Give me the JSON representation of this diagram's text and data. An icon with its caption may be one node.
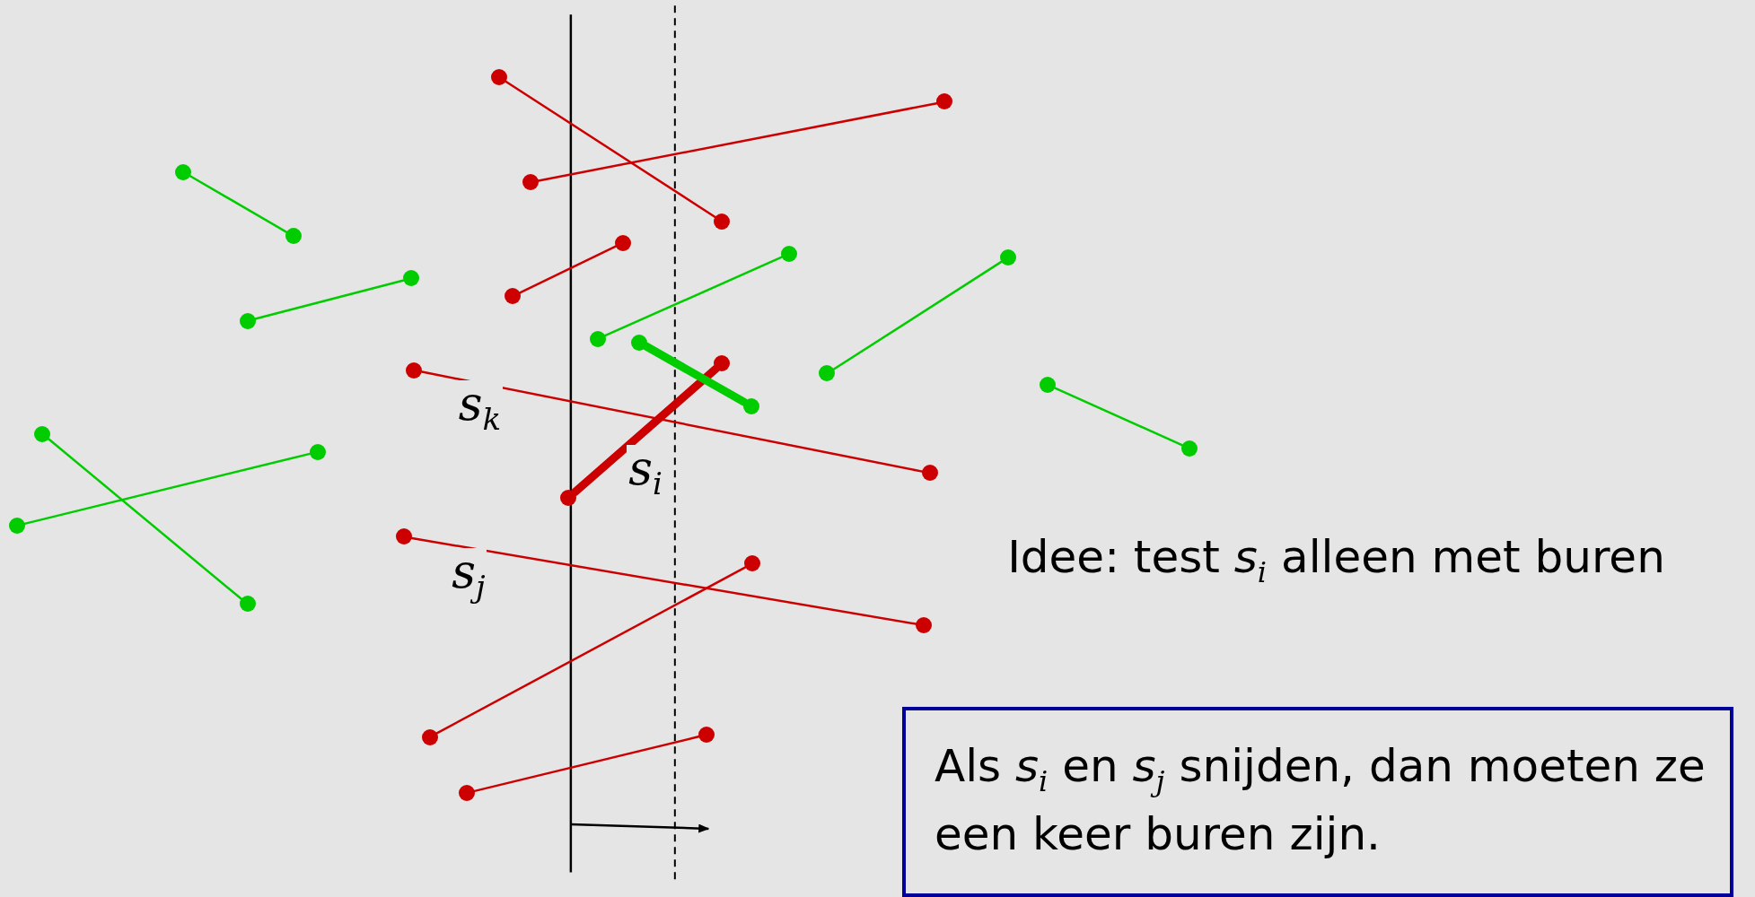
{
  "diagram": {
    "nodes": [
      {
        "text": [],
        "shape": "circle"
      },
      {
        "text": [],
        "shape": "circle"
      },
      {
        "text": [],
        "shape": "circle"
      },
      {
        "text": [],
        "shape": "circle"
      },
      {
        "text": [],
        "shape": "circle"
      },
      {
        "text": [],
        "shape": "circle"
      },
      {
        "text": [],
        "shape": "circle"
      },
      {
        "text": [],
        "shape": "circle"
      },
      {
        "text": [],
        "shape": "circle"
      },
      {
        "text": [],
        "shape": "circle"
      },
      {
        "text": [],
        "shape": "circle"
      },
      {
        "text": [],
        "shape": "circle"
      },
      {
        "text": [],
        "shape": "circle"
      },
      {
        "text": [],
        "shape": "circle"
      },
      {
        "text": [],
        "shape": "circle"
      },
      {
        "text": [],
        "shape": "circle"
      },
      {
        "text": [],
        "shape": "circle"
      },
      {
        "text": [],
        "shape": "circle"
      },
      {
        "text": [],
        "shape": "circle"
      },
      {
        "text": [],
        "shape": "circle"
      },
      {
        "text": [],
        "shape": "circle"
      },
      {
        "text": [],
        "shape": "circle"
      },
      {
        "text": [],
        "shape": "circle"
      },
      {
        "text": [],
        "shape": "circle"
      },
      {
        "text": [],
        "shape": "circle"
      },
      {
        "text": [],
        "shape": "circle"
      },
      {
        "text": [],
        "shape": "circle"
      },
      {
        "text": [],
        "shape": "circle"
      },
      {
        "text": [],
        "shape": "circle"
      },
      {
        "text": [],
        "shape": "circle"
      },
      {
        "text": [],
        "shape": "circle"
      },
      {
        "text": [],
        "shape": "circle"
      },
      {
        "text": [
          "Als *s*$_{i}$ en *s*$_{j}$ snijden, dan moeten ze een keer buren zijn."
        ]
      }
    ],
    "edges": [
      {
        "from": 0,
        "to": 4,
        "arrow": "none",
        "color": "#cc0000"
      },
      {
        "from": 3,
        "to": 1,
        "arrow": "none",
        "color": "#cc0000"
      },
      {
        "from": 10,
        "to": 6,
        "arrow": "none",
        "color": "#cc0000"
      },
      {
        "from": 15,
        "to": 22,
        "arrow": "none",
        "color": "#cc0000",
        "label": "*s*$_{k}$"
      },
      {
        "from": 23,
        "to": 14,
        "arrow": "none",
        "color": "#cc0000",
        "style": "thick",
        "label": "*s*$_{i}$"
      },
      {
        "from": 25,
        "to": 28,
        "arrow": "none",
        "color": "#cc0000",
        "label": "*s*$_{j}$"
      },
      {
        "from": 29,
        "to": 26,
        "arrow": "none",
        "color": "#cc0000"
      },
      {
        "from": 31,
        "to": 30,
        "arrow": "none",
        "color": "#cc0000"
      },
      {
        "from": 2,
        "to": 5,
        "arrow": "none",
        "color": "#00cc00"
      },
      {
        "from": 11,
        "to": 9,
        "arrow": "none",
        "color": "#00cc00"
      },
      {
        "from": 12,
        "to": 7,
        "arrow": "none",
        "color": "#00cc00"
      },
      {
        "from": 13,
        "to": 18,
        "arrow": "none",
        "color": "#00cc00",
        "style": "thick"
      },
      {
        "from": 16,
        "to": 8,
        "arrow": "none",
        "color": "#00cc00"
      },
      {
        "from": 17,
        "to": 20,
        "arrow": "none",
        "color": "#00cc00"
      },
      {
        "from": 19,
        "to": 27,
        "arrow": "none",
        "color": "#00cc00"
      },
      {
        "from": 24,
        "to": 21,
        "arrow": "none",
        "color": "#00cc00"
      }
    ],
    "labels": [
      "Idee: test *s*$_{i}$ alleen met buren"
    ]
  }
}
